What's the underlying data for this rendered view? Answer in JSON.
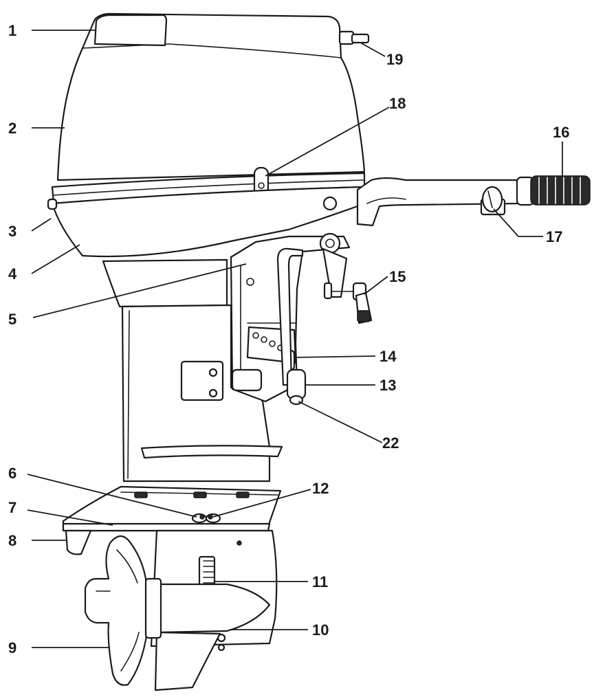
{
  "callouts": {
    "c1": "1",
    "c2": "2",
    "c3": "3",
    "c4": "4",
    "c5": "5",
    "c6": "6",
    "c7": "7",
    "c8": "8",
    "c9": "9",
    "c10": "10",
    "c11": "11",
    "c12": "12",
    "c13": "13",
    "c14": "14",
    "c15": "15",
    "c16": "16",
    "c17": "17",
    "c18": "18",
    "c19": "19",
    "c22": "22"
  }
}
